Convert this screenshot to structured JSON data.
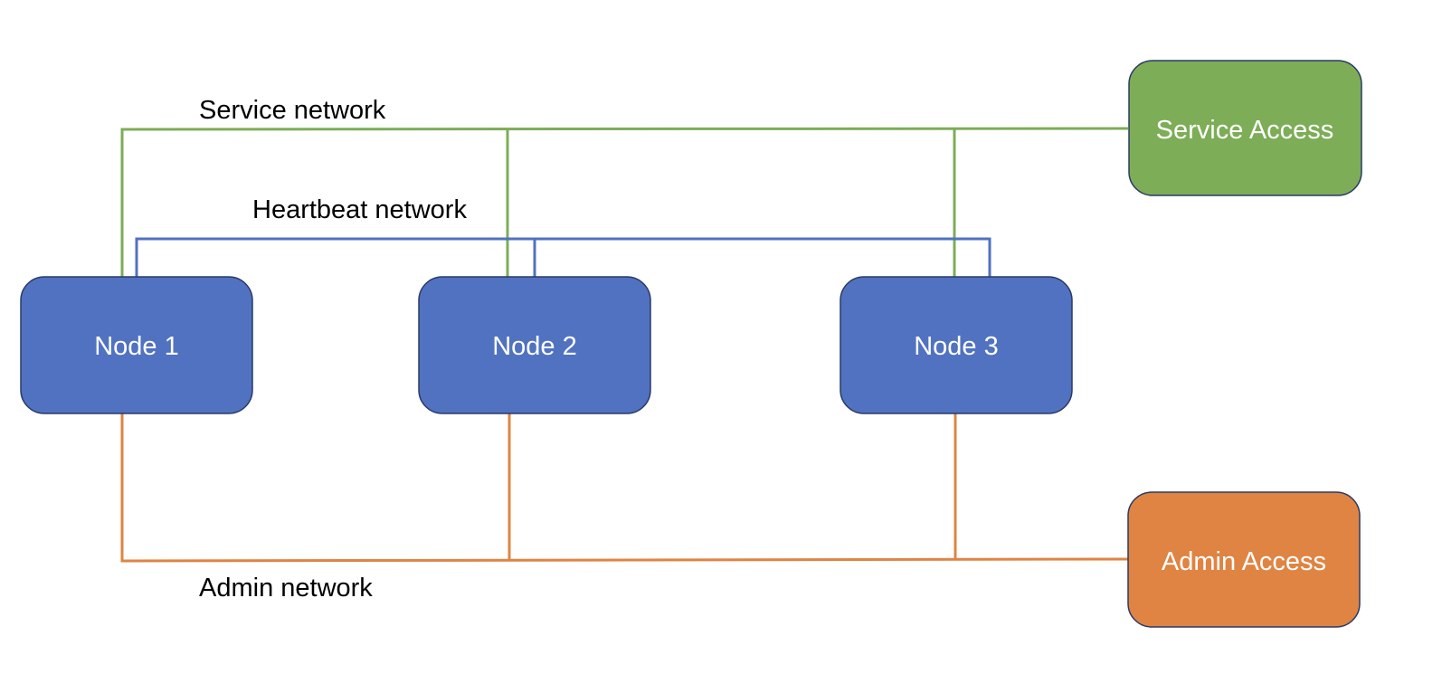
{
  "nodes": [
    {
      "label": "Node 1"
    },
    {
      "label": "Node 2"
    },
    {
      "label": "Node 3"
    }
  ],
  "access": {
    "service": {
      "label": "Service Access"
    },
    "admin": {
      "label": "Admin Access"
    }
  },
  "networks": {
    "service": {
      "label": "Service network"
    },
    "heartbeat": {
      "label": "Heartbeat network"
    },
    "admin": {
      "label": "Admin network"
    }
  },
  "colors": {
    "node_fill": "#5172C0",
    "node_stroke": "#2B3A66",
    "service_access_fill": "#7DAD57",
    "admin_access_fill": "#DF8443",
    "service_line": "#7DAD57",
    "heartbeat_line": "#5172C0",
    "admin_line": "#DF8443"
  }
}
